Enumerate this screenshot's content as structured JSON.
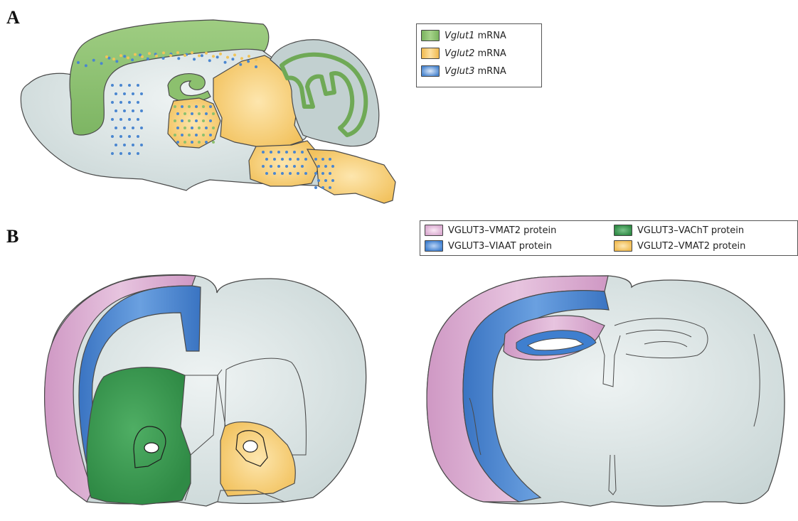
{
  "panels": {
    "a_label": "A",
    "b_label": "B"
  },
  "legend_a": {
    "items": [
      {
        "gene": "Vglut1",
        "suffix": " mRNA",
        "color": "#8cc06e"
      },
      {
        "gene": "Vglut2",
        "suffix": " mRNA",
        "color": "#f5c76a"
      },
      {
        "gene": "Vglut3",
        "suffix": " mRNA",
        "color": "#4a86d0"
      }
    ]
  },
  "legend_b": {
    "items": [
      {
        "label": "VGLUT3–VMAT2 protein",
        "color": "#d9a9cf"
      },
      {
        "label": "VGLUT3–VAChT protein",
        "color": "#3f9a55"
      },
      {
        "label": "VGLUT3–VIAAT protein",
        "color": "#3f7fcf"
      },
      {
        "label": "VGLUT2–VMAT2 protein",
        "color": "#f6c867"
      }
    ]
  },
  "colors": {
    "tissue": "#dde6e6",
    "tissue_dark": "#b9c6c6",
    "outline": "#3a3a3a",
    "green": "#8cc06e",
    "dark_green": "#3f9a55",
    "yellow": "#f6c867",
    "blue": "#3f7fcf",
    "pink": "#d9a9cf",
    "dot_blue": "#4a86d0",
    "dot_yellow": "#f0c45a"
  }
}
